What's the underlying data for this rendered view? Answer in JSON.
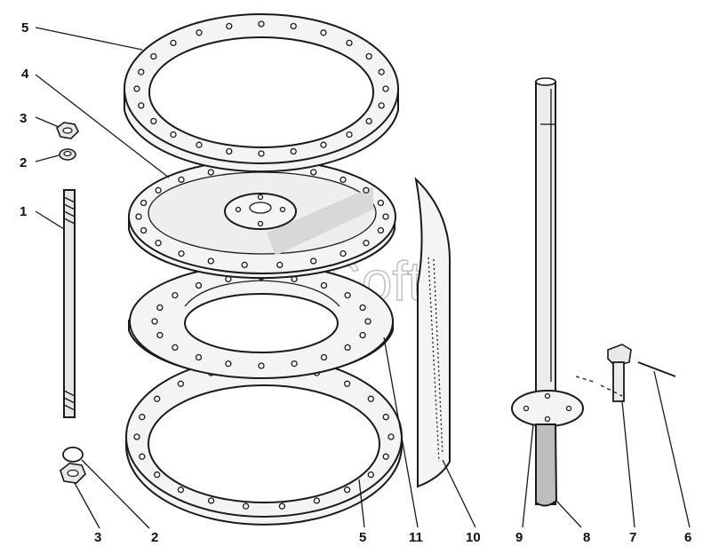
{
  "watermark": "AutoSoft",
  "callouts": [
    {
      "id": "c5-top",
      "text": "5"
    },
    {
      "id": "c4",
      "text": "4"
    },
    {
      "id": "c3-top",
      "text": "3"
    },
    {
      "id": "c2-top",
      "text": "2"
    },
    {
      "id": "c1",
      "text": "1"
    },
    {
      "id": "c3-bot",
      "text": "3"
    },
    {
      "id": "c2-bot",
      "text": "2"
    },
    {
      "id": "c5-bot",
      "text": "5"
    },
    {
      "id": "c11",
      "text": "11"
    },
    {
      "id": "c10",
      "text": "10"
    },
    {
      "id": "c9",
      "text": "9"
    },
    {
      "id": "c8",
      "text": "8"
    },
    {
      "id": "c7",
      "text": "7"
    },
    {
      "id": "c6",
      "text": "6"
    }
  ]
}
